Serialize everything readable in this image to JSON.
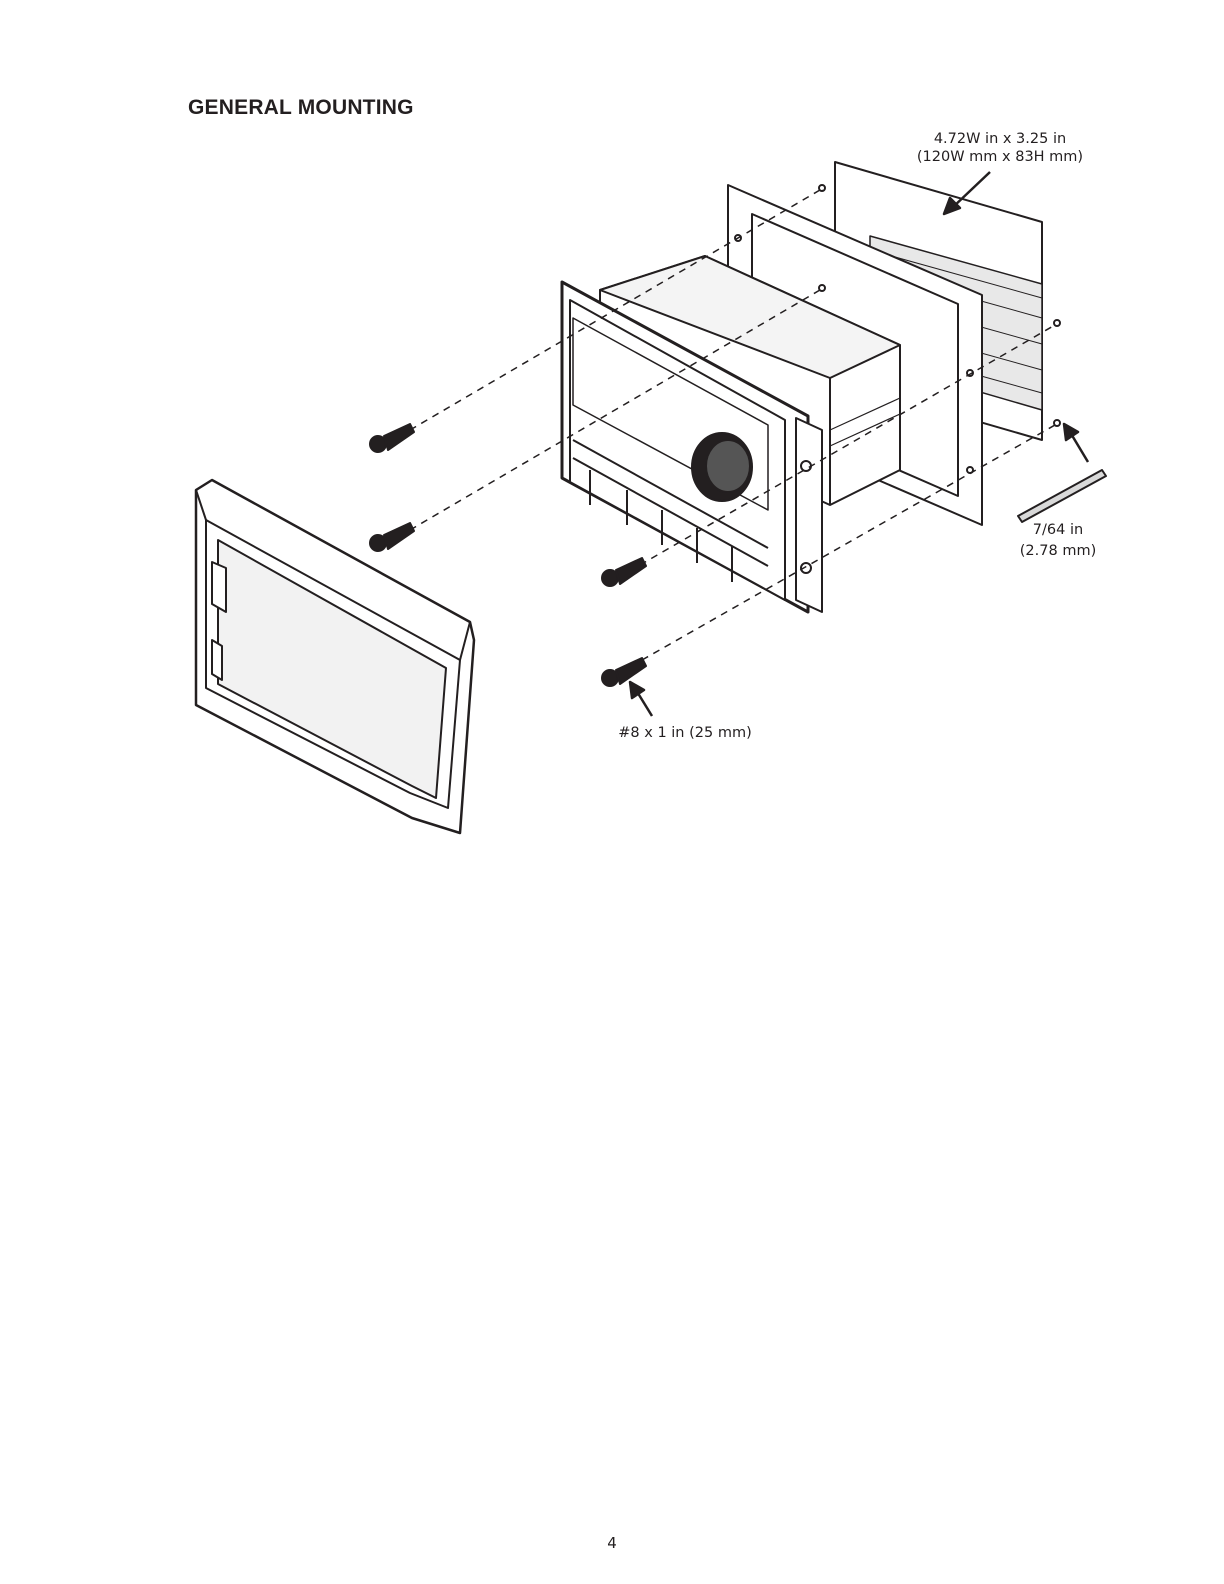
{
  "heading": "GENERAL MOUNTING",
  "callouts": {
    "cutout_imperial": "4.72W in x 3.25 in",
    "cutout_metric": "(120W mm x 83H mm)",
    "drill_imperial": "7/64 in",
    "drill_metric": "(2.78 mm)",
    "screw": "#8 x 1 in (25 mm)"
  },
  "page_number": "4",
  "colors": {
    "ink": "#231f20",
    "paper": "#ffffff",
    "shade": "#d9d9d9"
  }
}
